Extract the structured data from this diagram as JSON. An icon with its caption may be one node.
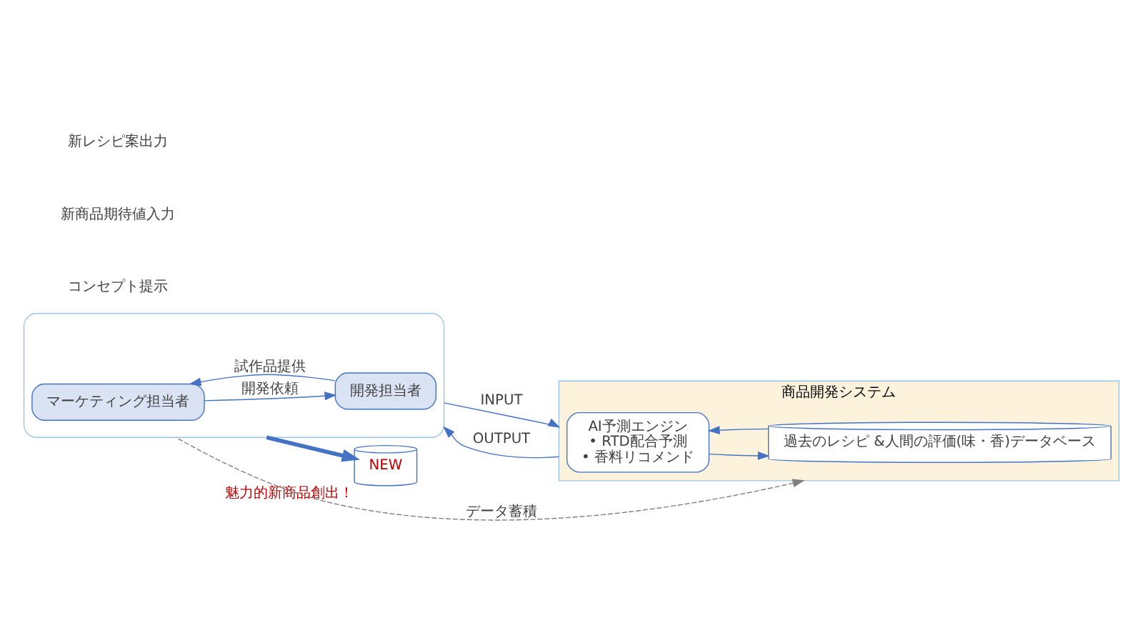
{
  "diagram": {
    "nodes": [
      {
        "text": [],
        "shape": "box"
      },
      {
        "text": [
          "マーケティング担当者"
        ],
        "in": 0
      },
      {
        "text": [
          "開発担当者"
        ],
        "in": 0
      },
      {
        "text": [
          "商品開発システム"
        ]
      },
      {
        "text": [
          "AI予測エンジン",
          "• RTD配合予測",
          "• 香料リコメンド"
        ],
        "in": 3
      },
      {
        "text": [
          "過去のレシピ &人間の評価(味・香)データベース"
        ],
        "in": 3
      },
      {
        "text": [
          "NEW"
        ],
        "beside": [
          "魅力的新商品創出！"
        ]
      }
    ],
    "edges": [
      {
        "from": 1,
        "to": 2,
        "label": "開発依頼",
        "arrow": "to"
      },
      {
        "from": 2,
        "to": 1,
        "label": "試作品提供",
        "arrow": "to"
      },
      {
        "from": 0,
        "to": 3,
        "label": "INPUT",
        "arrow": "to"
      },
      {
        "from": 3,
        "to": 0,
        "label": "OUTPUT",
        "arrow": "to"
      },
      {
        "from": 4,
        "to": 5,
        "arrow": "to"
      },
      {
        "from": 5,
        "to": 4,
        "arrow": "to"
      },
      {
        "from": 0,
        "to": 6,
        "arrow": "to",
        "style": "thick"
      },
      {
        "from": 0,
        "to": 3,
        "label": "データ蓄積",
        "arrow": "to",
        "style": "dashed",
        "color": "#7f7f7f"
      }
    ],
    "labels": [
      "コンセプト提示",
      "新商品期待値入力",
      "新レシピ案出力"
    ]
  }
}
